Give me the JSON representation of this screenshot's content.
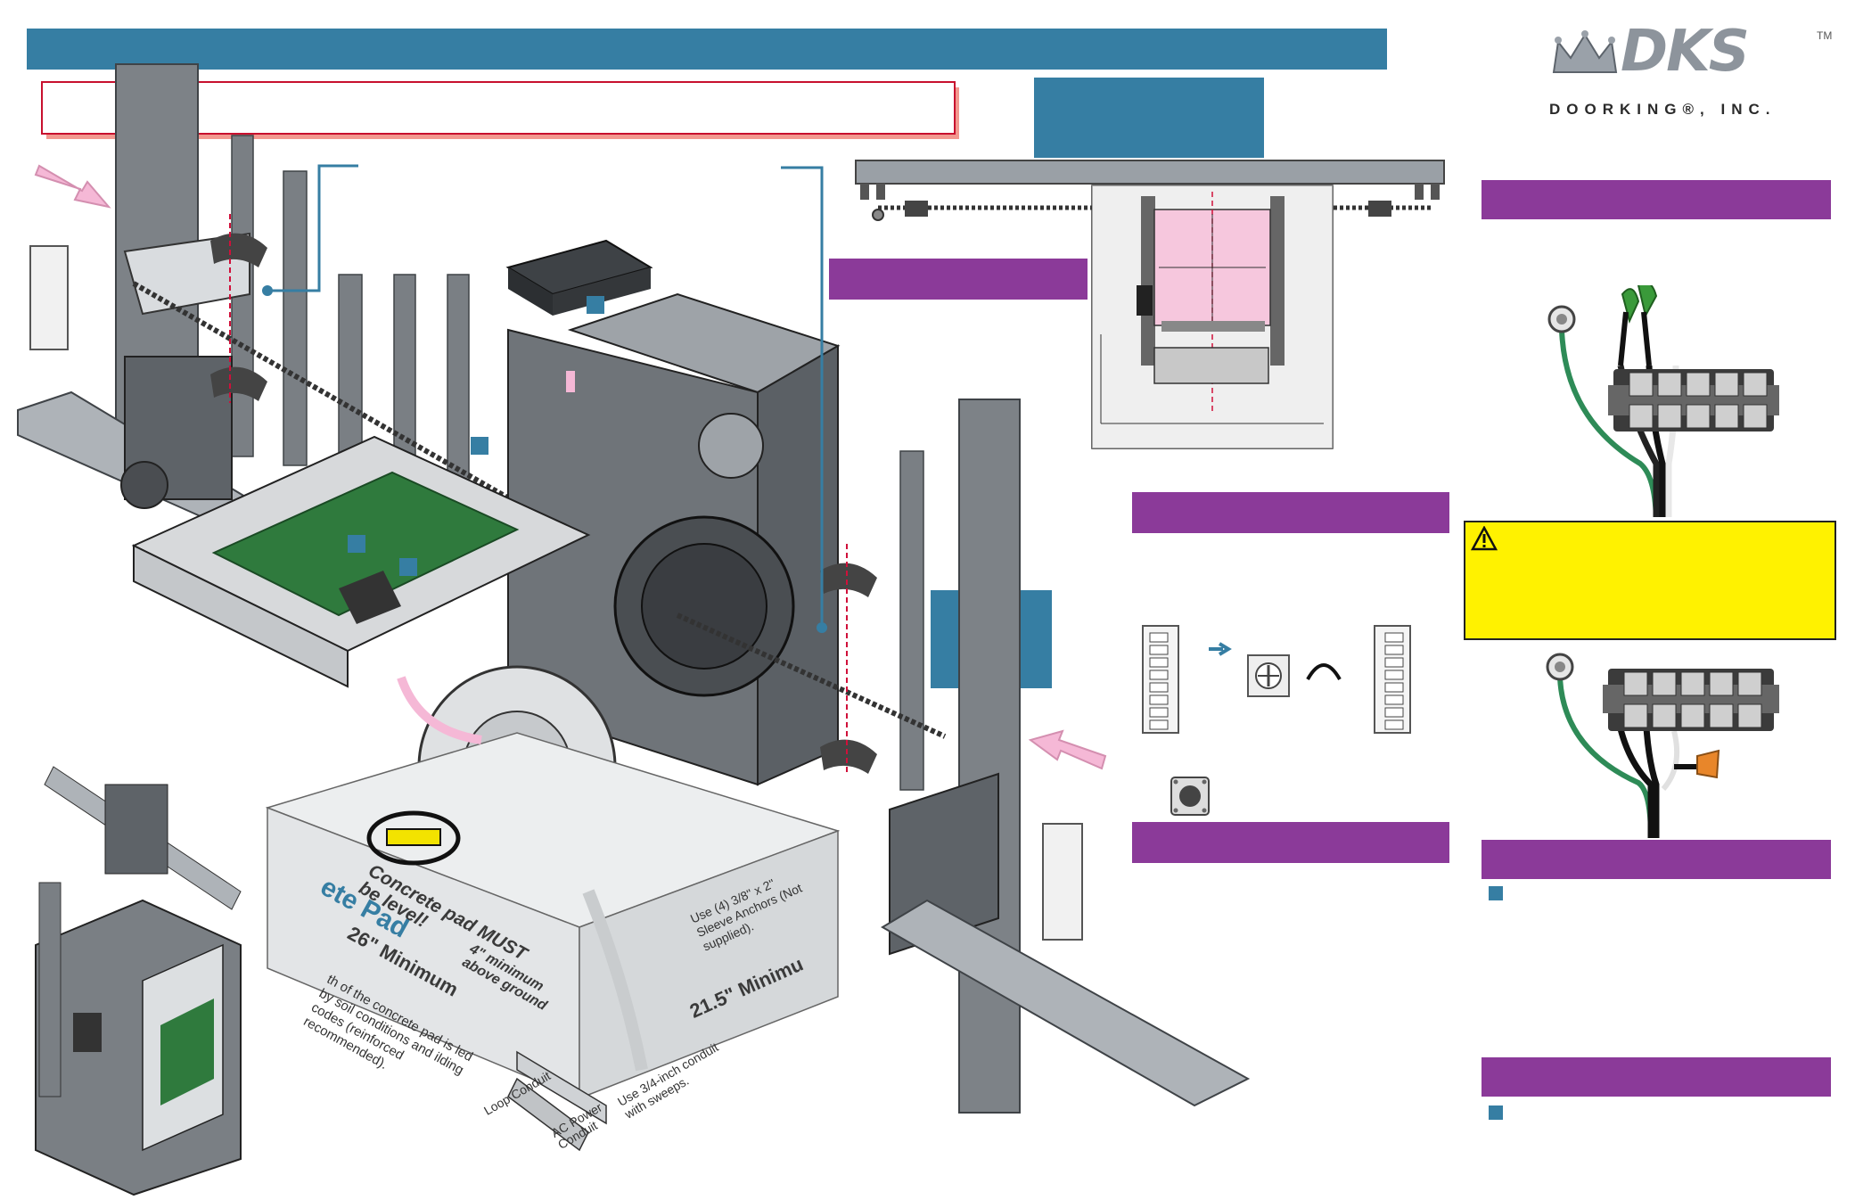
{
  "brand": {
    "logo_text": "DKS",
    "trademark": "TM",
    "company": "DOORKING®, INC."
  },
  "header": {
    "title_bar": ""
  },
  "notes": {
    "level": "Concrete pad MUST be level!",
    "pad_label": "ete Pad",
    "min_26": "26\" Minimum",
    "min_4": "4\" minimum above ground",
    "min_215": "21.5\" Minimu",
    "anchors": "Use (4) 3/8\" x 2\" Sleeve Anchors (Not supplied).",
    "soil": "th of the concrete pad is led by soil conditions and ilding codes (reinforced recommended).",
    "loop_conduit": "Loop Conduit",
    "ac_conduit": "AC Power Conduit",
    "conduit_note": "Use 3/4-inch conduit with sweeps."
  },
  "colors": {
    "band": "#367ea3",
    "purple": "#8b3a99",
    "warning": "#fff200",
    "alert_border": "#c8102e"
  },
  "icons": [
    "arrow-right-icon",
    "warning-icon",
    "push-button-icon",
    "potentiometer-icon",
    "dip-switch-icon"
  ]
}
